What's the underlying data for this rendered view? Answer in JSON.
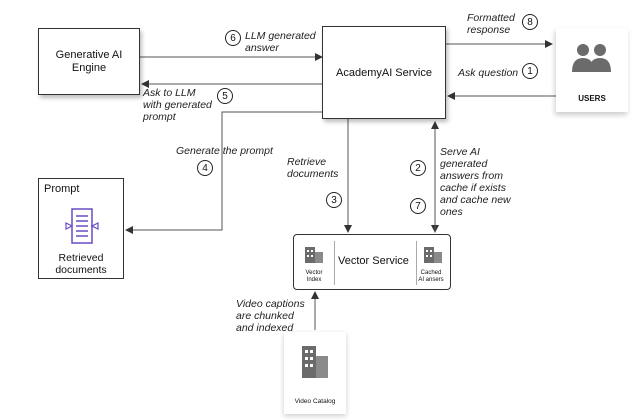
{
  "nodes": {
    "gen_ai": "Generative AI\nEngine",
    "academy": "AcademyAI Service",
    "users": "USERS",
    "prompt_title": "Prompt",
    "prompt_doc": "Retrieved\ndocuments",
    "vector_service": "Vector Service",
    "vector_index": "Vector\nIndex",
    "cached": "Cached\nAI ansers",
    "video_catalog": "Video Catalog"
  },
  "edges": {
    "e6": {
      "num": "6",
      "label": "LLM generated\nanswer"
    },
    "e5": {
      "num": "5",
      "label": "Ask to LLM\nwith generated\nprompt"
    },
    "e8": {
      "num": "8",
      "label": "Formatted\nresponse"
    },
    "e1": {
      "num": "1",
      "label": "Ask question"
    },
    "e4": {
      "num": "4",
      "label": "Generate the prompt"
    },
    "e3": {
      "num": "3",
      "label": "Retrieve\ndocuments"
    },
    "e2": {
      "num": "2"
    },
    "e7": {
      "num": "7"
    },
    "e27_label": "Serve AI\ngenerated\nanswers from\ncache if exists\nand cache new\nones",
    "video_label": "Video captions\nare chunked\nand indexed"
  },
  "colors": {
    "prompt_icon": "#6a4bc4",
    "icon_gray": "#6b6b6b"
  }
}
